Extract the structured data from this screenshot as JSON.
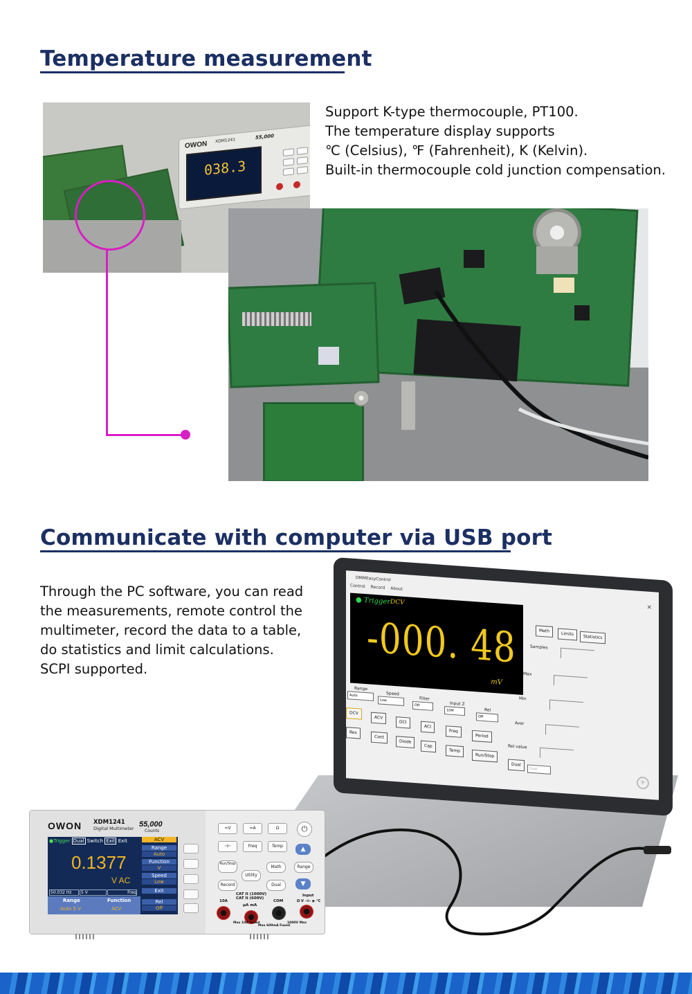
{
  "section1": {
    "heading": "Temperature measurement",
    "lines": [
      "Support K-type thermocouple, PT100.",
      "The temperature display supports",
      "℃ (Celsius), ℉ (Fahrenheit), K (Kelvin).",
      "Built-in thermocouple cold junction compensation."
    ],
    "meter_logo": "OWON",
    "meter_model": "XDM1241",
    "meter_count": "55,000",
    "meter_reading": "038.3"
  },
  "section2": {
    "heading": "Communicate with computer via USB port",
    "lines": [
      "Through the PC software, you can read",
      "the measurements, remote control the",
      "multimeter, record the data to a table,",
      "do statistics and limit calculations.",
      "SCPI supported."
    ]
  },
  "software": {
    "title": "DMMEasyControl",
    "menu": [
      "Control",
      "Record",
      "About"
    ],
    "close": "×",
    "trigger": "Trigger",
    "mode": "DCV",
    "value": "-000. 48",
    "unit": "mV",
    "tabs": [
      "Math",
      "Limits",
      "Statistics"
    ],
    "stats": [
      "Samples",
      "Max",
      "Min",
      "Aver",
      "Rel value"
    ],
    "controls": {
      "range_label": "Range",
      "range_value": "Auto",
      "speed_label": "Speed",
      "speed_value": "Low",
      "filter_label": "Filter",
      "filter_value": "Off",
      "inputz_label": "Input Z",
      "inputz_value": "10M",
      "rel_label": "Rel",
      "rel_value": "Off"
    },
    "buttons_row1": [
      "DCV",
      "ACV",
      "DCI",
      "ACI",
      "Freq",
      "Period"
    ],
    "buttons_row2": [
      "Res",
      "Cont",
      "Diode",
      "Cap",
      "Temp",
      "Run/Stop"
    ],
    "dual": "Dual",
    "dual_box": "Dual"
  },
  "front_meter": {
    "logo": "OWON",
    "model": "XDM1241",
    "subtitle": "Digital Multimeter",
    "count": "55,000",
    "counts_label": "Counts",
    "trigger": "Trigger",
    "dual": "Dual",
    "switch": "Switch",
    "exit_box": "Exit",
    "exit": "Exit",
    "value": "0.1377",
    "unit": "V AC",
    "strip": [
      "50.032 Hz",
      "5 V",
      "Freq"
    ],
    "range_label": "Range",
    "range_value": "Auto 5 V",
    "function_label": "Function",
    "function_value": "ACV",
    "side": {
      "acv": "ACV",
      "range": "Range",
      "range_val": "Auto",
      "function": "Function",
      "function_val": "V",
      "speed": "Speed",
      "speed_val": "Low",
      "exit": "Exit",
      "rel": "Rel",
      "rel_val": "Off"
    },
    "keys_row1": [
      "≂V",
      "≂A",
      "Ω"
    ],
    "keys_row2": [
      "⊣⊢",
      "Freq",
      "Temp"
    ],
    "keys_row3": [
      "Run/Stop",
      "Utility",
      "Math",
      "Range"
    ],
    "keys_row4": [
      "Record",
      "Dual"
    ],
    "cat_text": [
      "CAT II (1000V)",
      "CAT II (600V)"
    ],
    "terminals": [
      "10A",
      "μA mA",
      "COM",
      "Input"
    ],
    "terminal_input_sub": "Ω V ⊣⊢ ▶ °C",
    "notes": [
      "Max 10A Fused",
      "Max 600mA Fused",
      "1000V Max"
    ]
  }
}
